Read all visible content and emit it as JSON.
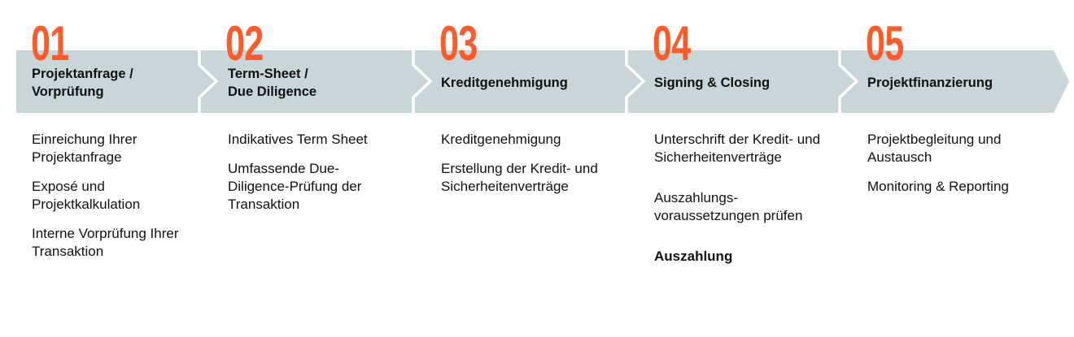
{
  "colors": {
    "accent": "#ff5a2a",
    "band": "#c8d5d9"
  },
  "steps": [
    {
      "number": "01",
      "title_lines": [
        "Projektanfrage /",
        "Vorprüfung"
      ],
      "items": [
        {
          "text": "Einreichung Ihrer Projektanfrage"
        },
        {
          "text": "Exposé und Projektkalkulation"
        },
        {
          "text": "Interne Vorprüfung Ihrer Transaktion"
        }
      ]
    },
    {
      "number": "02",
      "title_lines": [
        "Term-Sheet /",
        "Due Diligence"
      ],
      "items": [
        {
          "text": "Indikatives Term Sheet"
        },
        {
          "text": "Umfassende Due-Diligence-Prüfung der Transaktion"
        }
      ]
    },
    {
      "number": "03",
      "title_lines": [
        "Kreditgenehmigung"
      ],
      "items": [
        {
          "text": "Kreditgenehmigung"
        },
        {
          "text": "Erstellung der Kredit- und Sicherheitenverträge"
        }
      ]
    },
    {
      "number": "04",
      "title_lines": [
        "Signing & Closing"
      ],
      "items": [
        {
          "text": "Unterschrift der Kredit- und Sicherheitenverträge"
        },
        {
          "text": "Auszahlungs-voraussetzungen prüfen"
        },
        {
          "text": "Auszahlung"
        }
      ]
    },
    {
      "number": "05",
      "title_lines": [
        "Projektfinanzierung"
      ],
      "items": [
        {
          "text": "Projektbegleitung und Austausch"
        },
        {
          "text": "Monitoring & Reporting"
        }
      ]
    }
  ]
}
